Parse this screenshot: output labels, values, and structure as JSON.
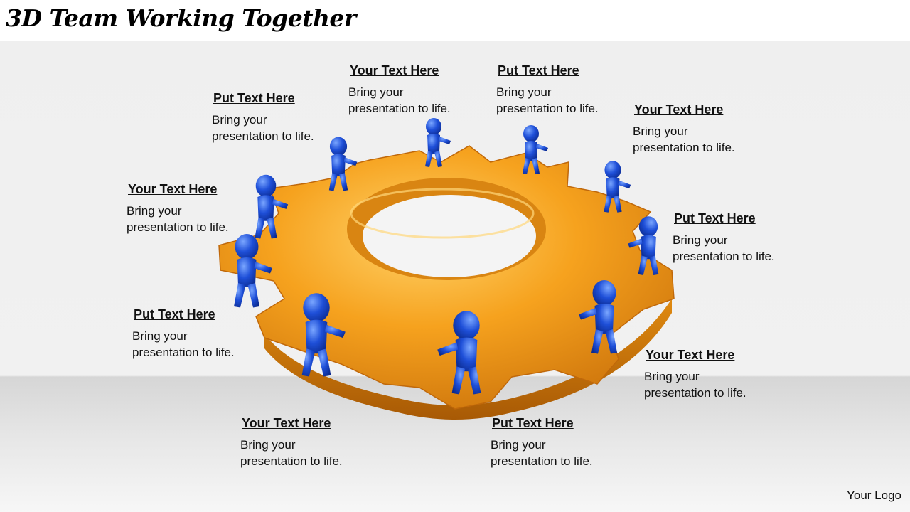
{
  "slide": {
    "title": "3D Team Working Together",
    "logo_text": "Your Logo",
    "callouts": [
      {
        "heading": "Your Text Here",
        "body_line1": "Bring your",
        "body_line2": "presentation to life."
      },
      {
        "heading": "Put Text Here",
        "body_line1": "Bring your",
        "body_line2": "presentation to life."
      },
      {
        "heading": "Put Text Here",
        "body_line1": "Bring your",
        "body_line2": "presentation to life."
      },
      {
        "heading": "Your Text Here",
        "body_line1": "Bring your",
        "body_line2": "presentation to life."
      },
      {
        "heading": "Your Text Here",
        "body_line1": "Bring your",
        "body_line2": "presentation to life."
      },
      {
        "heading": "Put Text Here",
        "body_line1": "Bring your",
        "body_line2": "presentation to life."
      },
      {
        "heading": "Put Text Here",
        "body_line1": "Bring your",
        "body_line2": "presentation to life."
      },
      {
        "heading": "Your Text Here",
        "body_line1": "Bring your",
        "body_line2": "presentation to life."
      },
      {
        "heading": "Your Text Here",
        "body_line1": "Bring your",
        "body_line2": "presentation to life."
      },
      {
        "heading": "Put Text Here",
        "body_line1": "Bring your",
        "body_line2": "presentation to life."
      }
    ]
  },
  "colors": {
    "gear_orange": "#f6a21e",
    "figure_blue": "#1e4fd8",
    "background": "#efefef"
  },
  "illustration": {
    "subject": "gear-icon",
    "figure_count": 10
  }
}
